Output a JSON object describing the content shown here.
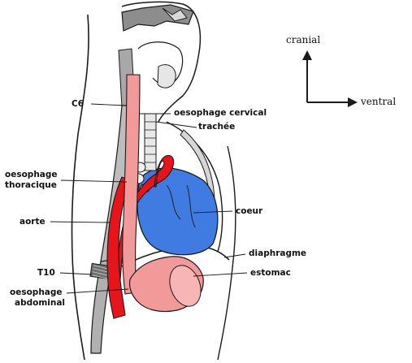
{
  "labels": {
    "c6": "C6",
    "cervical": "oesophage cervical",
    "trachee": "trachée",
    "thoracique_1": "oesophage",
    "thoracique_2": "thoracique",
    "aorte": "aorte",
    "coeur": "coeur",
    "diaphragme": "diaphragme",
    "estomac": "estomac",
    "t10": "T10",
    "abdominal_1": "oesophage",
    "abdominal_2": "abdominal"
  },
  "orientation": {
    "cranial": "cranial",
    "ventral": "ventral"
  },
  "colors": {
    "aorta": "#e8141c",
    "esophagus": "#f2999a",
    "heart": "#3f7be0",
    "outline": "#1a1a1a",
    "bone": "#b9b9b9",
    "cartilage": "#d9d9d9"
  }
}
